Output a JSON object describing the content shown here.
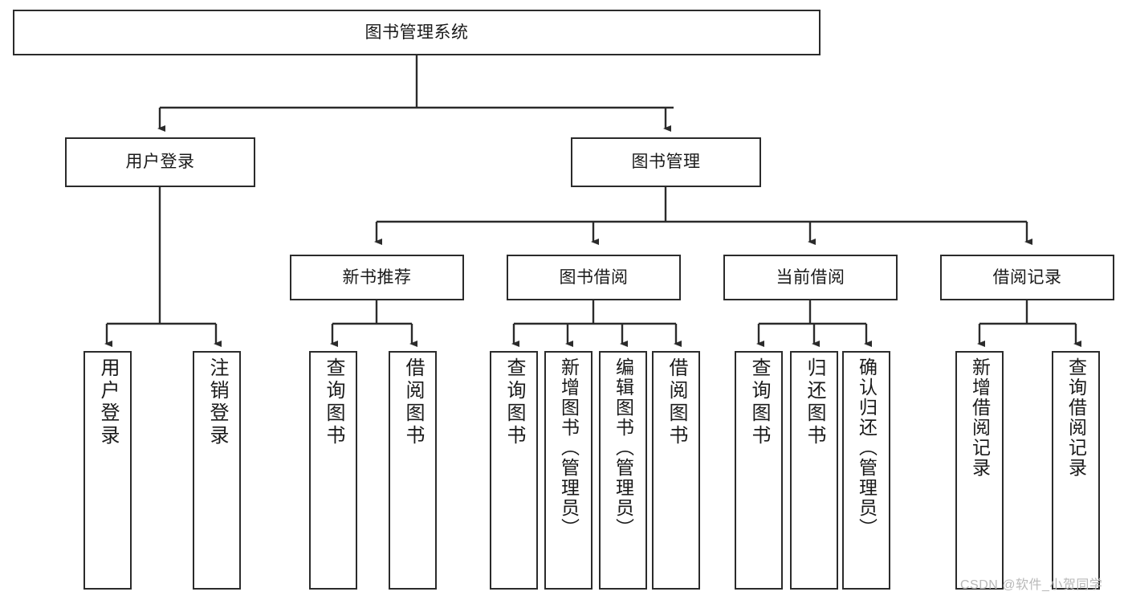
{
  "diagram": {
    "title": "图书管理系统",
    "type": "tree-hierarchy",
    "watermark": "CSDN @软件_小贺同学",
    "colors": {
      "background": "#ffffff",
      "box_border": "#2b2b2b",
      "box_fill": "#ffffff",
      "connector": "#2b2b2b",
      "text": "#1a1a1a",
      "watermark": "#b9b9b9"
    },
    "nodes": {
      "root": {
        "label": "图书管理系统",
        "level": 1
      },
      "l2": [
        {
          "id": "user-login",
          "label": "用户登录",
          "level": 2
        },
        {
          "id": "book-manage",
          "label": "图书管理",
          "level": 2
        }
      ],
      "l3": [
        {
          "id": "new-book-rec",
          "label": "新书推荐",
          "level": 3,
          "parent": "book-manage"
        },
        {
          "id": "book-borrow",
          "label": "图书借阅",
          "level": 3,
          "parent": "book-manage"
        },
        {
          "id": "current-borrow",
          "label": "当前借阅",
          "level": 3,
          "parent": "book-manage"
        },
        {
          "id": "borrow-record",
          "label": "借阅记录",
          "level": 3,
          "parent": "book-manage"
        }
      ],
      "leaves": [
        {
          "id": "leaf-user-login",
          "label": "用户登录",
          "parent": "user-login"
        },
        {
          "id": "leaf-user-logout",
          "label": "注销登录",
          "parent": "user-login"
        },
        {
          "id": "leaf-query-book-1",
          "label": "查询图书",
          "parent": "new-book-rec"
        },
        {
          "id": "leaf-borrow-book-1",
          "label": "借阅图书",
          "parent": "new-book-rec"
        },
        {
          "id": "leaf-query-book-2",
          "label": "查询图书",
          "parent": "book-borrow"
        },
        {
          "id": "leaf-add-book",
          "label": "新增图书（管理员）",
          "parent": "book-borrow"
        },
        {
          "id": "leaf-edit-book",
          "label": "编辑图书（管理员）",
          "parent": "book-borrow"
        },
        {
          "id": "leaf-borrow-book-2",
          "label": "借阅图书",
          "parent": "book-borrow"
        },
        {
          "id": "leaf-query-book-3",
          "label": "查询图书",
          "parent": "current-borrow"
        },
        {
          "id": "leaf-return-book",
          "label": "归还图书",
          "parent": "current-borrow"
        },
        {
          "id": "leaf-confirm-return",
          "label": "确认归还（管理员）",
          "parent": "current-borrow"
        },
        {
          "id": "leaf-add-record",
          "label": "新增借阅记录",
          "parent": "borrow-record"
        },
        {
          "id": "leaf-query-record",
          "label": "查询借阅记录",
          "parent": "borrow-record"
        }
      ]
    }
  }
}
